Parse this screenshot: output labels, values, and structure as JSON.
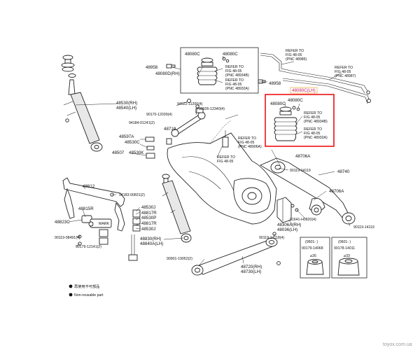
{
  "labels": {
    "l48958a": "48958",
    "l48080c_a": "48080C",
    "l48080c_b": "48080C",
    "l48080d": "48080D(RH)",
    "l48080c_c": "48080C",
    "l48080c_d": "48080C",
    "l48958b": "48958",
    "l48080c_hl": "48080C(LH)",
    "l48530": "48530(RH)",
    "l48540": "48540(LH)",
    "l94622": "94622-11200(4)",
    "l90105": "90105-12340(4)",
    "l90170": "90170-12039(4)",
    "l94184": "94184-01241(2)",
    "l48710": "48710",
    "l48597a": "48597A",
    "l48530c": "48530C",
    "l48507": "48507",
    "l48530k": "48530K",
    "l48706a_a": "48706A",
    "l48740": "48740",
    "l90119_a": "90119-14119",
    "l48706a_b": "48706A",
    "l48812": "48812",
    "l94183": "94183-00831(2)",
    "l48815r": "48815R",
    "l48823c": "48823C",
    "l48530j": "48530J",
    "l48817r_a": "48817R",
    "l48530p": "48530P",
    "l48817r_b": "48817R",
    "l48530j_b": "48530J",
    "l90119_b": "90119-08491(4)",
    "l90179_a": "90179-12141(2)",
    "l91641": "91641-H0820(4)",
    "l48306a": "48306A(RH)",
    "l48036": "48036(LH)",
    "l90119_c": "90119-14119",
    "l90119_d": "90119-14118(4)",
    "l48830": "48830(RH)",
    "l48840": "48840A(LH)",
    "l90901": "90901-19052(2)",
    "l48720": "48720(RH)",
    "l48730": "48730(LH)",
    "l90179_b": "90179-14068",
    "l90178": "90178-14011",
    "mark": "MARK"
  },
  "refers": {
    "r1": [
      "REFER TO",
      "FIG 48-05",
      "(PNC 48934B)"
    ],
    "r2": [
      "REFER TO",
      "FIG 48-05",
      "(PNC 48932A)"
    ],
    "r3": [
      "REFER TO",
      "FIG 48-05",
      "(PNC 48986)"
    ],
    "r4": [
      "REFER TO",
      "FIG 48-05",
      "(PNC 48987)"
    ],
    "r5": [
      "REFER TO",
      "FIG 48-05",
      "(PNC 48934B)"
    ],
    "r6": [
      "REFER TO",
      "FIG 48-05",
      "(PNC 48932A)"
    ],
    "r7": [
      "REFER TO",
      "FIG 48-05",
      "(PNC 48906A)"
    ],
    "r8": [
      "REFER TO",
      "FIG 48-05"
    ]
  },
  "insets": {
    "left_code": "(0601-   )",
    "right_code": "(0601-   )",
    "left_dim": "⌀26",
    "right_dim": "⌀33"
  },
  "legend": {
    "non_reusable_cn": "再使用不可部品",
    "non_reusable_en": "Non-reusable part",
    "square_item_cn": "■"
  },
  "watermark": "toyox.com.ua"
}
